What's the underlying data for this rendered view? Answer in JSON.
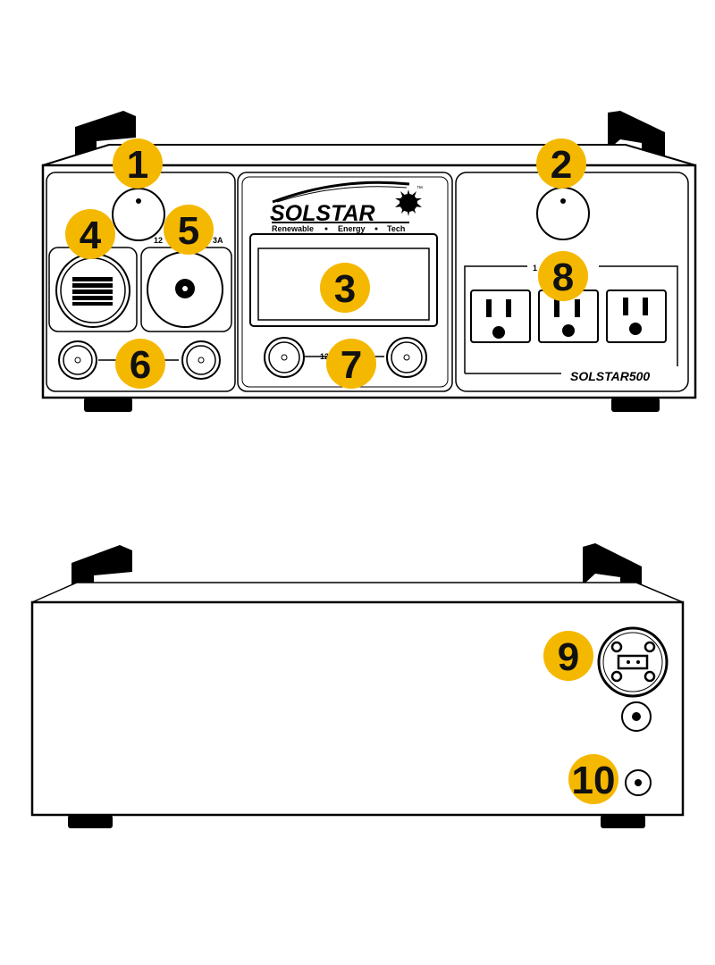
{
  "colors": {
    "badge": "#f5b800",
    "outline": "#000000",
    "background": "#ffffff"
  },
  "front_panel": {
    "logo": {
      "name": "SOLSTAR",
      "tm": "™",
      "tagline": [
        "Renewable",
        "Energy",
        "Tech"
      ]
    },
    "left_module": {
      "label_left": "12",
      "label_right": "3A"
    },
    "center_module": {
      "bottom_label": "12"
    },
    "right_module": {
      "outlet_label": "1",
      "model": "SOLSTAR500"
    }
  },
  "callouts": [
    {
      "number": "1"
    },
    {
      "number": "2"
    },
    {
      "number": "3"
    },
    {
      "number": "4"
    },
    {
      "number": "5"
    },
    {
      "number": "6"
    },
    {
      "number": "7"
    },
    {
      "number": "8"
    },
    {
      "number": "9"
    },
    {
      "number": "10"
    }
  ]
}
